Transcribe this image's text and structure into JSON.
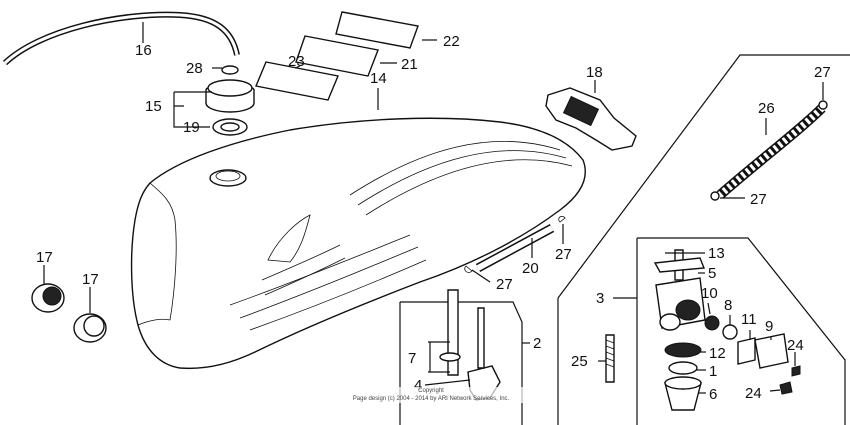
{
  "labels": {
    "p16": "16",
    "p28": "28",
    "p15": "15",
    "p19": "19",
    "p23": "23",
    "p22": "22",
    "p21": "21",
    "p14": "14",
    "p18": "18",
    "p27a": "27",
    "p26": "26",
    "p27b": "27",
    "p17a": "17",
    "p17b": "17",
    "p20": "20",
    "p27c": "27",
    "p27d": "27",
    "p3": "3",
    "p13": "13",
    "p5": "5",
    "p10": "10",
    "p8": "8",
    "p11": "11",
    "p9": "9",
    "p24a": "24",
    "p25": "25",
    "p12": "12",
    "p1": "1",
    "p6": "6",
    "p24b": "24",
    "p2": "2",
    "p7": "7",
    "p4": "4"
  },
  "copyright": {
    "line1": "Copyright",
    "line2": "Page design (c) 2004 - 2014 by ARI Network Services, Inc."
  }
}
